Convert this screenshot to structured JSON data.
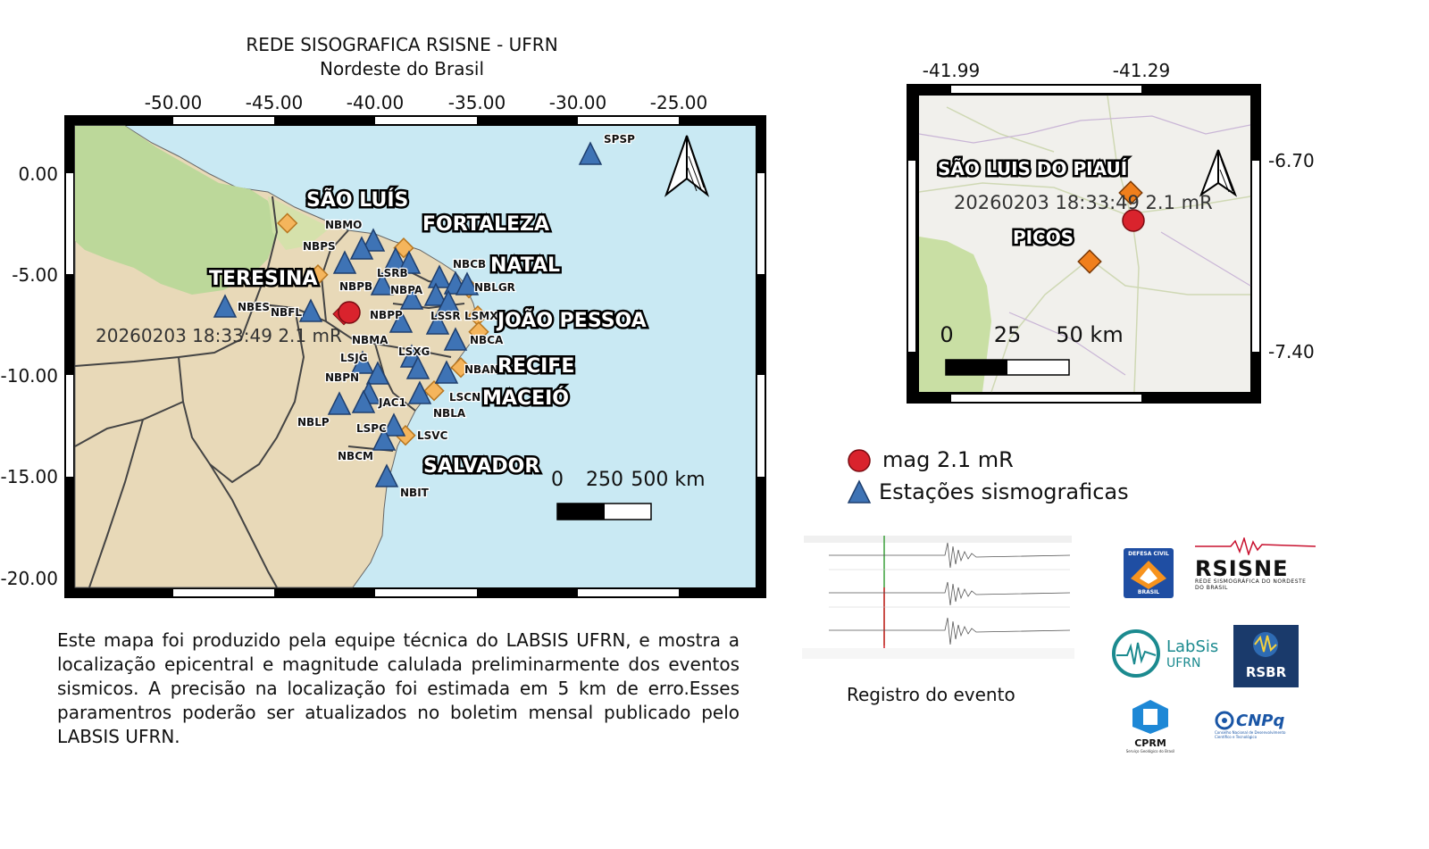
{
  "main_map": {
    "title_line1": "REDE SISOGRAFICA RSISNE - UFRN",
    "title_line2": "Nordeste do Brasil",
    "lon_ticks": [
      "-50.00",
      "-45.00",
      "-40.00",
      "-35.00",
      "-30.00",
      "-25.00"
    ],
    "lat_ticks": [
      "0.00",
      "-5.00",
      "-10.00",
      "-15.00",
      "-20.00"
    ],
    "cities": [
      {
        "name": "SÃO LUÍS"
      },
      {
        "name": "FORTALEZA"
      },
      {
        "name": "NATAL"
      },
      {
        "name": "TERESINA"
      },
      {
        "name": "JOÃO PESSOA"
      },
      {
        "name": "RECIFE"
      },
      {
        "name": "MACEIÓ"
      },
      {
        "name": "SALVADOR"
      }
    ],
    "stations": [
      "SPSP",
      "NBMO",
      "NBPS",
      "LSRB",
      "NBCB",
      "NBPB",
      "NBPA",
      "NBLGR",
      "NBES",
      "NBFL",
      "NBPP",
      "LSSR",
      "LSMX",
      "NBMA",
      "NBCA",
      "LSJG",
      "LSXG",
      "NBAN",
      "NBPN",
      "JAC1",
      "LSCN",
      "NBLA",
      "NBLP",
      "LSPC",
      "LSVC",
      "NBCM",
      "NBIT"
    ],
    "event_label": "20260203 18:33:49 2.1 mR",
    "scale_labels": [
      "0",
      "250",
      "500 km"
    ]
  },
  "inset_map": {
    "lon_ticks": [
      "-41.99",
      "-41.29"
    ],
    "lat_ticks": [
      "-6.70",
      "-7.40"
    ],
    "cities": [
      {
        "name": "SÃO LUIS DO PIAUÍ"
      },
      {
        "name": "PICOS"
      }
    ],
    "event_label": "20260203 18:33:49 2.1 mR",
    "scale_labels": [
      "0",
      "25",
      "50 km"
    ]
  },
  "legend": {
    "magnitude": "mag 2.1 mR",
    "stations": "Estações sismograficas"
  },
  "description": "Este mapa foi produzido pela equipe técnica do LABSIS UFRN, e mostra a localização epicentral e magnitude calulada preliminarmente dos eventos sismicos. A precisão na localização foi estimada em 5 km de erro.Esses paramentros poderão ser atualizados no boletim mensal publicado pelo LABSIS UFRN.",
  "seismogram_caption": "Registro do evento",
  "logos": {
    "defesa_civil": "DEFESA CIVIL",
    "defesa_civil_sub": "BRASIL",
    "rsisne": "RSISNE",
    "rsisne_sub": "REDE SISMOGRÁFICA DO NORDESTE DO BRASIL",
    "labsis": "LabSis",
    "labsis_sub": "UFRN",
    "rsbr": "RSBR",
    "cprm": "CPRM",
    "cprm_sub": "Serviço Geológico do Brasil",
    "cnpq": "CNPq",
    "cnpq_sub": "Conselho Nacional de Desenvolvimento Científico e Tecnológico"
  },
  "colors": {
    "ocean": "#c9e9f3",
    "land": "#e8d9b8",
    "vegetation": "#bcd89a",
    "station": "#3e73b5",
    "city_marker": "#f5b55c",
    "epicenter": "#d9232d",
    "inset_city_marker": "#f07f1c"
  }
}
